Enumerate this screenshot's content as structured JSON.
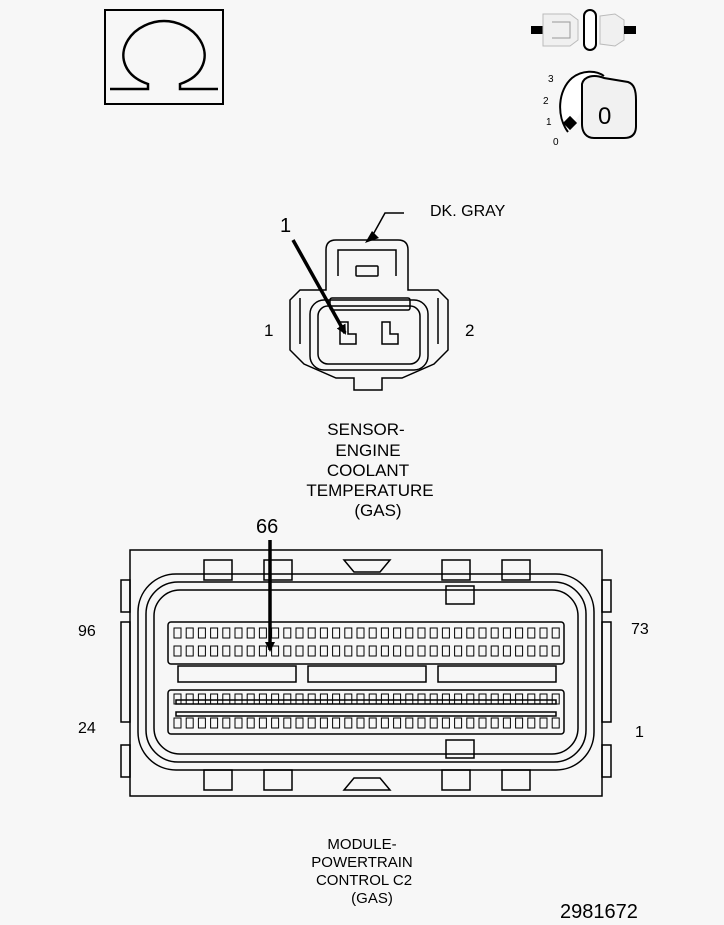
{
  "ohmmeter": {
    "symbol": "Ω",
    "icon": "ohmmeter-symbol-icon"
  },
  "test_icons": {
    "connector_icon": "disconnected-connector-icon",
    "ignition_icon": "ignition-key-switch-icon",
    "key_positions": [
      "3",
      "2",
      "1",
      "0"
    ],
    "key_setting": "0"
  },
  "sensor": {
    "wire_color": "DK. GRAY",
    "callout_pin": "1",
    "pin_left": "1",
    "pin_right": "2",
    "title_lines": [
      "SENSOR-",
      "ENGINE",
      "COOLANT",
      "TEMPERATURE",
      "(GAS)"
    ]
  },
  "module": {
    "callout_pin": "66",
    "pin_top_left": "96",
    "pin_top_right": "73",
    "pin_bottom_left": "24",
    "pin_bottom_right": "1",
    "title_lines": [
      "MODULE-",
      "POWERTRAIN",
      "CONTROL C2",
      "(GAS)"
    ]
  },
  "figure_number": "2981672"
}
